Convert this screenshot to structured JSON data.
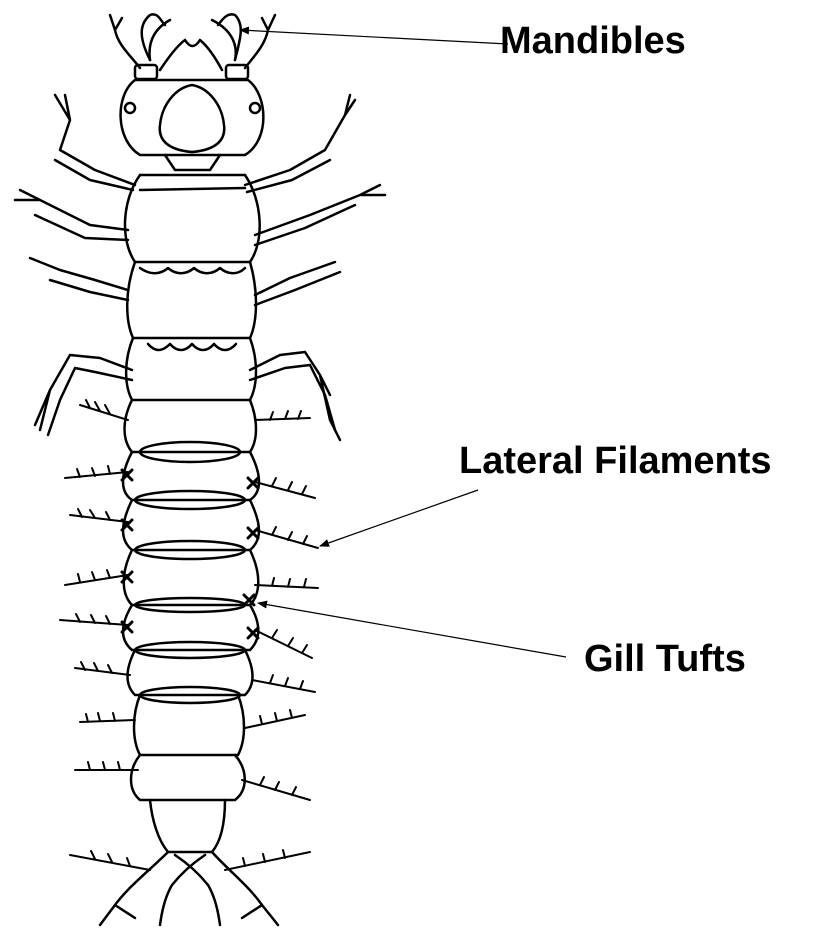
{
  "labels": {
    "mandibles": "Mandibles",
    "lateral_filaments": "Lateral Filaments",
    "gill_tufts": "Gill Tufts"
  },
  "colors": {
    "ink": "#000000",
    "background": "#ffffff"
  }
}
